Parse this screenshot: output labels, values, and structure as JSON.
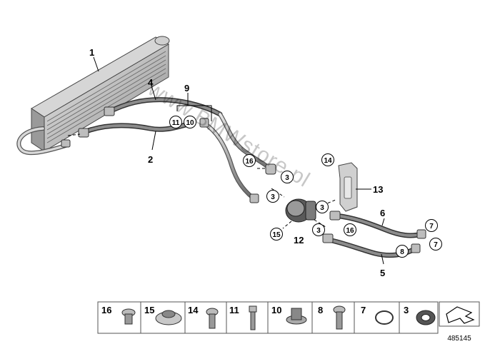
{
  "diagram": {
    "watermark": "www.BMWstore.pl",
    "reference_number": "485145",
    "labels": [
      "1",
      "2",
      "4",
      "9",
      "13",
      "12",
      "6",
      "5"
    ],
    "callouts": [
      "11",
      "10",
      "16",
      "3",
      "3",
      "3",
      "14",
      "15",
      "3",
      "16",
      "7",
      "8",
      "7"
    ],
    "legend": [
      "16",
      "15",
      "14",
      "11",
      "10",
      "8",
      "7",
      "3"
    ]
  }
}
